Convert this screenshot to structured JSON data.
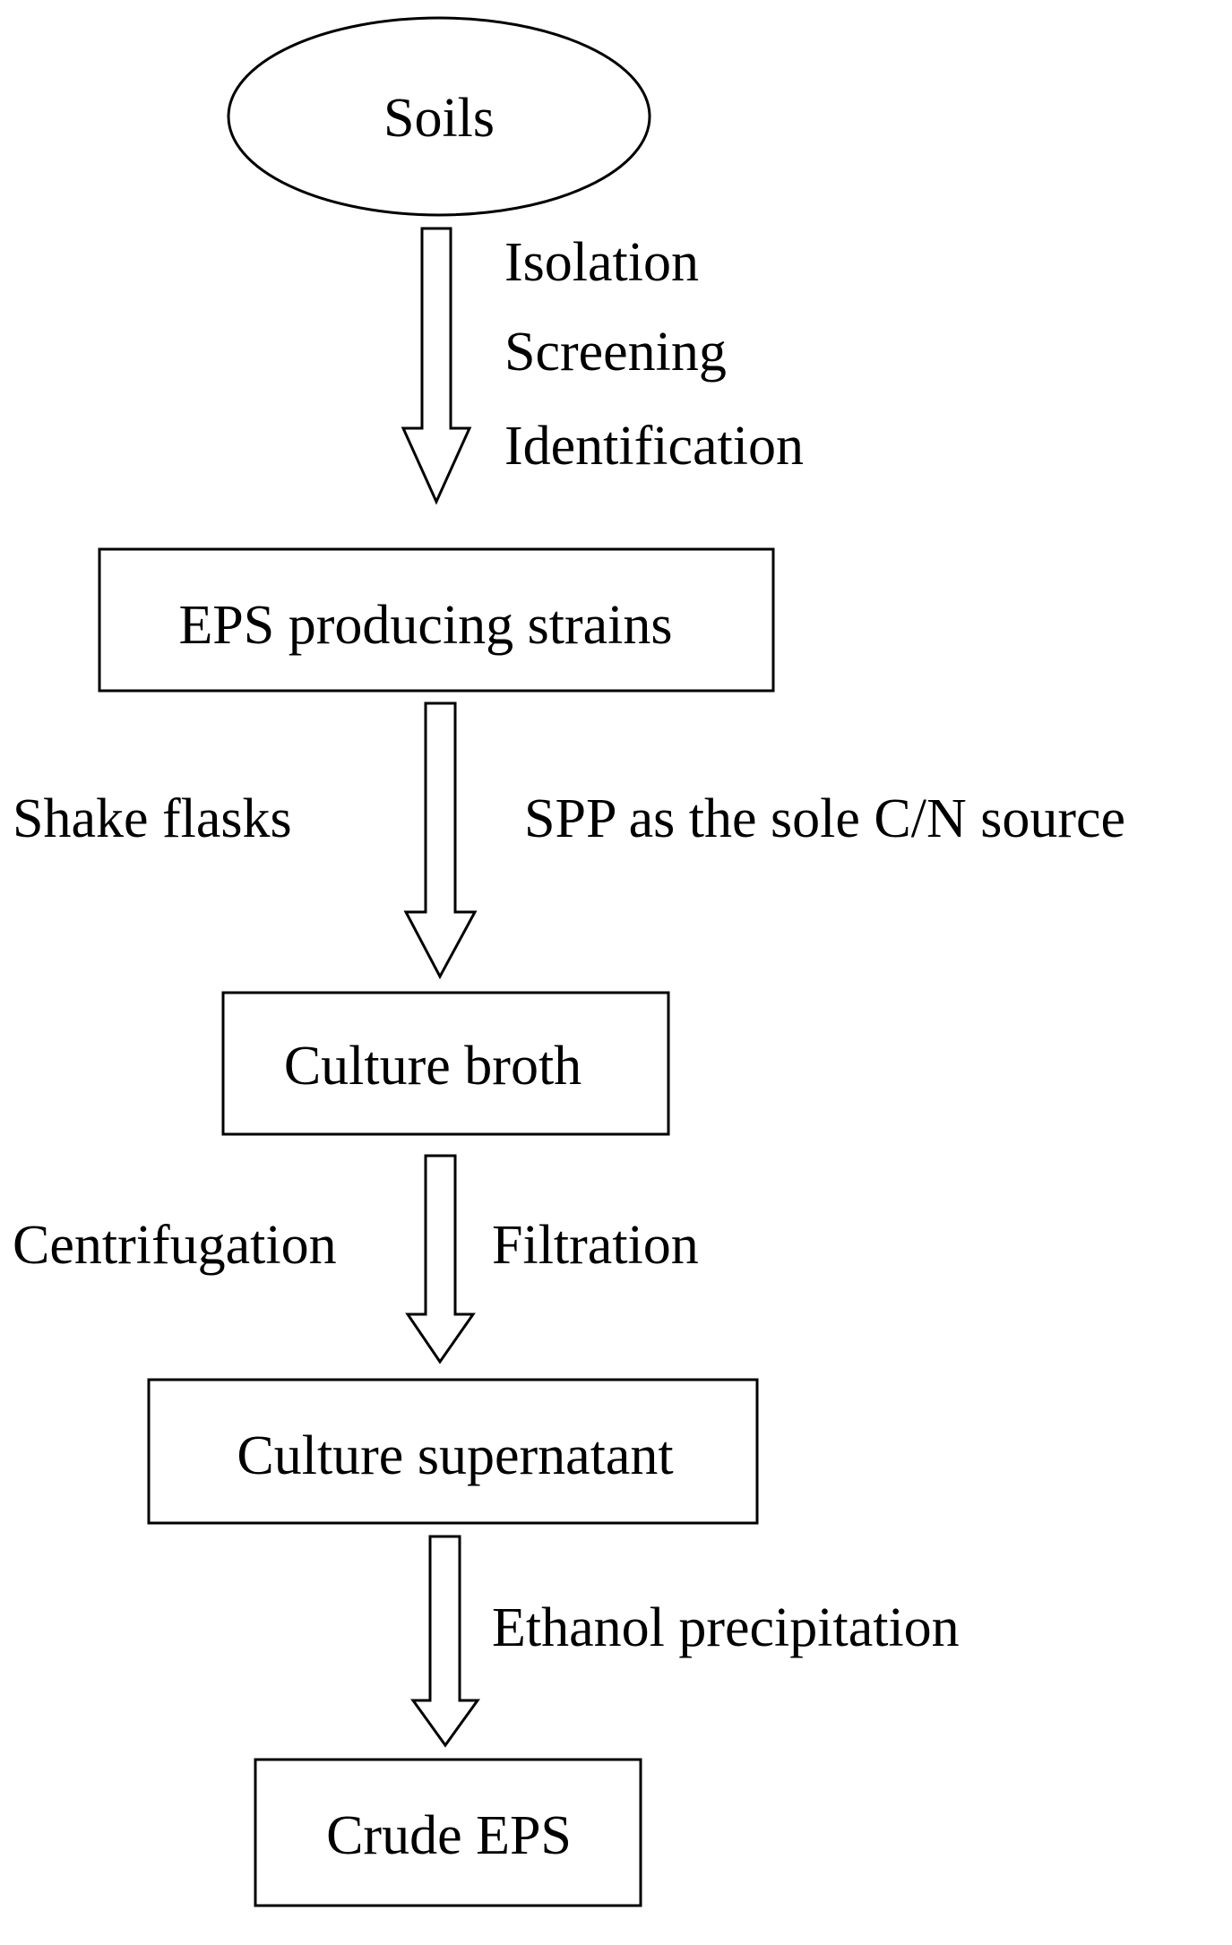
{
  "nodes": {
    "soils": "Soils",
    "eps_strains": "EPS producing strains",
    "culture_broth": "Culture broth",
    "culture_supernatant": "Culture supernatant",
    "crude_eps": "Crude EPS"
  },
  "steps": {
    "isolation": "Isolation",
    "screening": "Screening",
    "identification": "Identification",
    "shake_flasks": "Shake flasks",
    "spp_source": "SPP as the sole C/N source",
    "centrifugation": "Centrifugation",
    "filtration": "Filtration",
    "ethanol_precipitation": "Ethanol precipitation"
  }
}
